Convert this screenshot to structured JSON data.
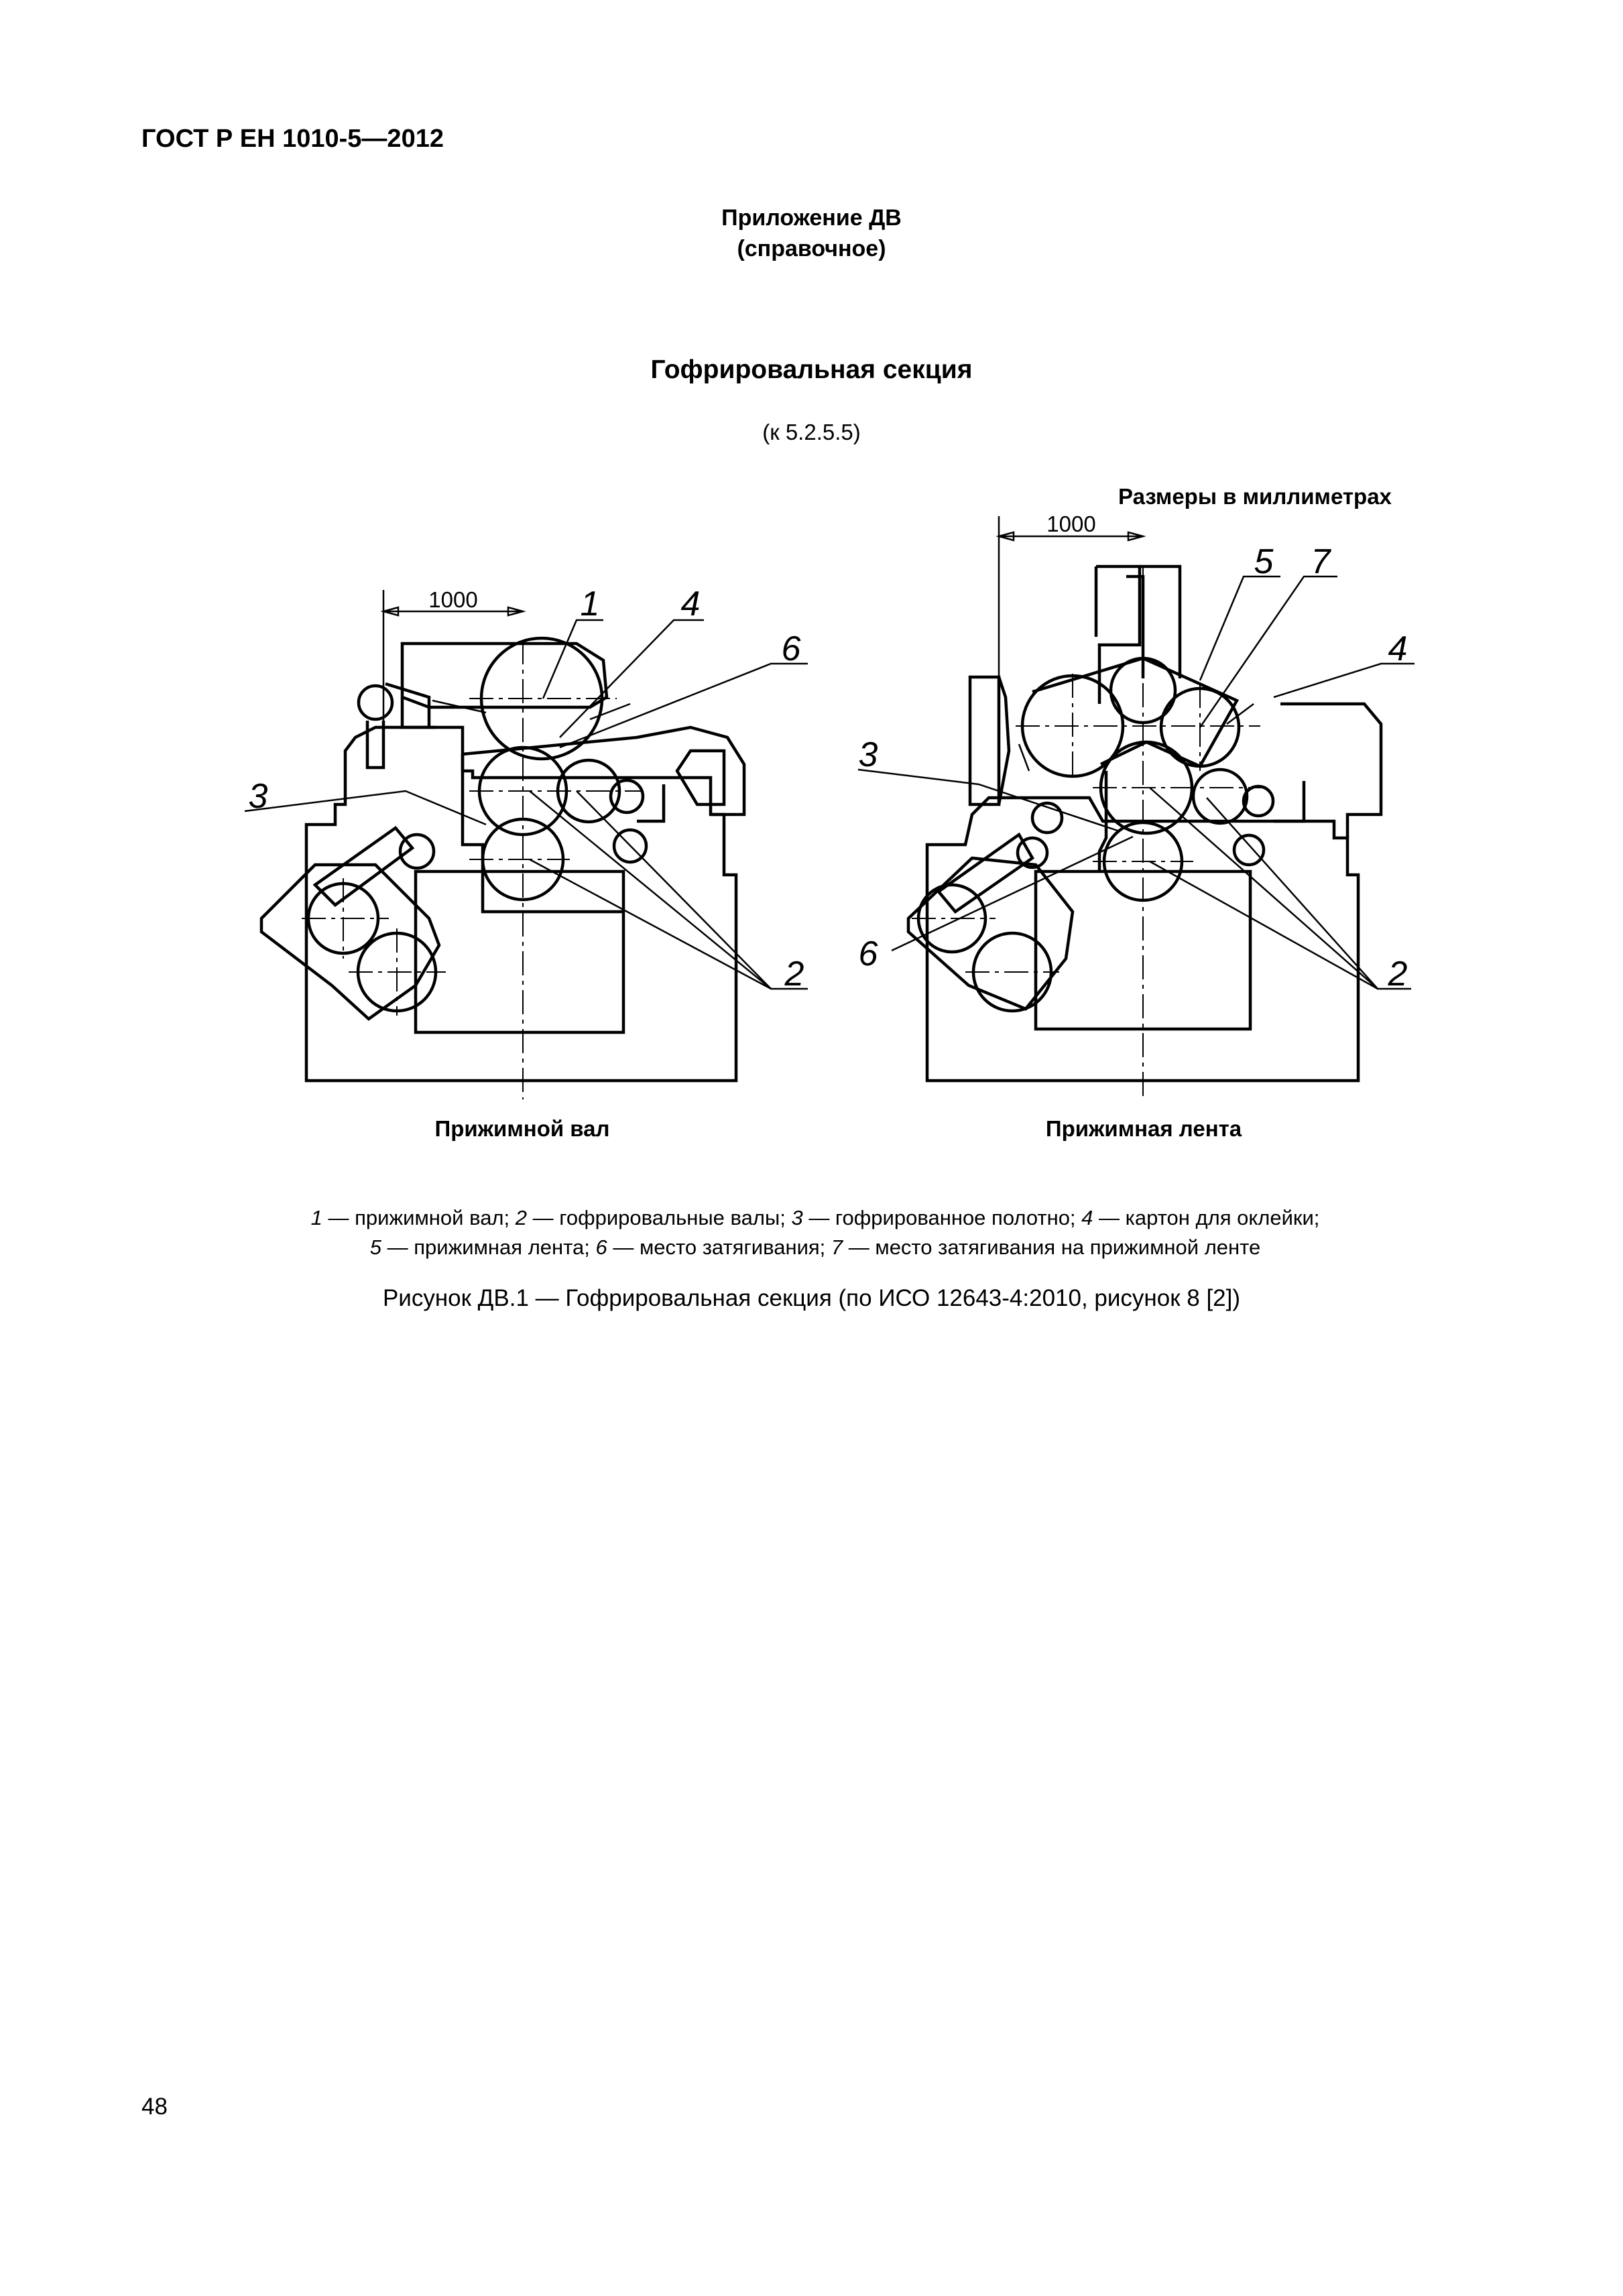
{
  "header": {
    "standard": "ГОСТ Р ЕН 1010-5—2012"
  },
  "annex": {
    "title": "Приложение ДВ",
    "status": "(справочное)"
  },
  "section": {
    "title": "Гофрировальная секция",
    "reference": "(к 5.2.5.5)"
  },
  "figure": {
    "dimensions_note": "Размеры в миллиметрах",
    "left": {
      "caption": "Прижимной вал",
      "dimension": "1000",
      "labels": [
        "1",
        "4",
        "6",
        "3",
        "2"
      ]
    },
    "right": {
      "caption": "Прижимная лента",
      "dimension": "1000",
      "labels": [
        "5",
        "7",
        "4",
        "3",
        "6",
        "2"
      ]
    },
    "legend": [
      {
        "n": "1",
        "text": " — прижимной вал; "
      },
      {
        "n": "2",
        "text": " — гофрировальные валы; "
      },
      {
        "n": "3",
        "text": " — гофрированное полотно; "
      },
      {
        "n": "4",
        "text": " — картон для оклейки;"
      },
      {
        "n": "5",
        "text": " — прижимная лента; "
      },
      {
        "n": "6",
        "text": " — место затягивания; "
      },
      {
        "n": "7",
        "text": " — место затягивания на прижимной ленте"
      }
    ],
    "caption": "Рисунок ДВ.1 — Гофрировальная секция (по ИСО 12643-4:2010, рисунок 8 [2])"
  },
  "page": {
    "number": "48"
  }
}
